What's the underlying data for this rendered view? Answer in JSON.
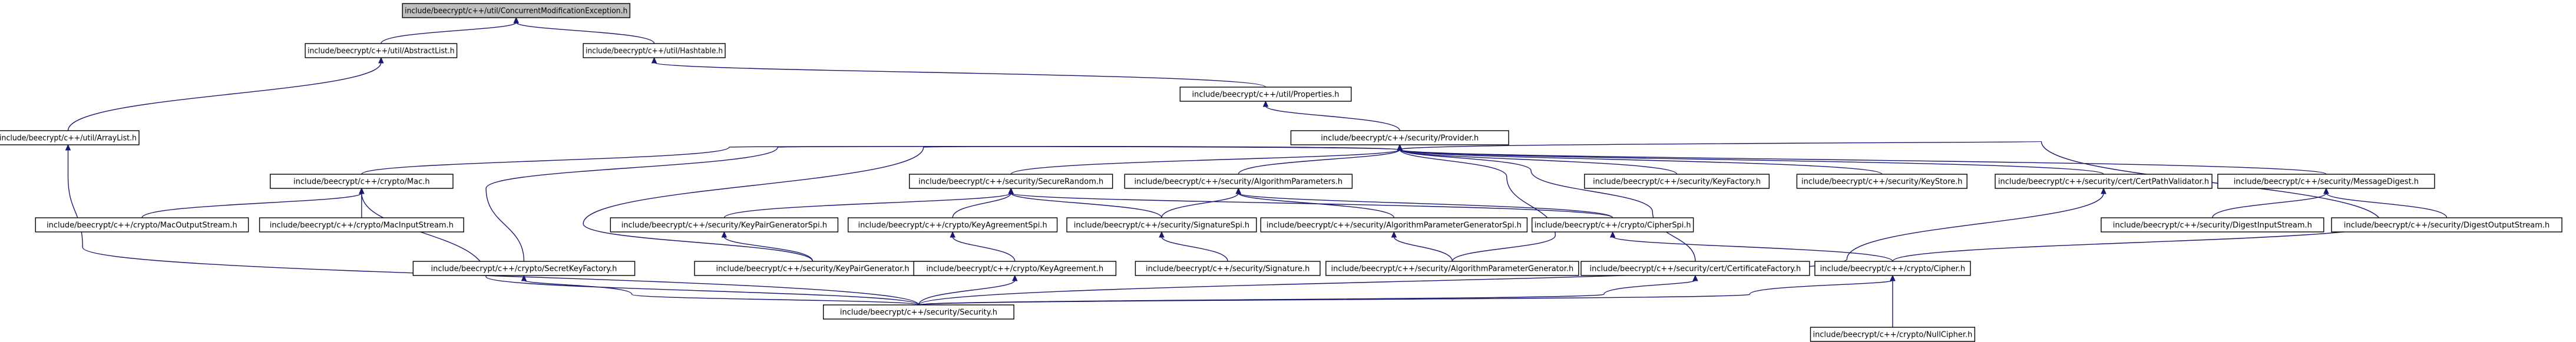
{
  "diagram": {
    "colors": {
      "node_fill": "#ffffff",
      "root_fill": "#bfbfbf",
      "border": "#000000",
      "edge": "#191970"
    },
    "nodes": [
      {
        "id": "cme",
        "label": "include/beecrypt/c++/util/ConcurrentModificationException.h",
        "root": true
      },
      {
        "id": "abstractlist",
        "label": "include/beecrypt/c++/util/AbstractList.h"
      },
      {
        "id": "hashtable",
        "label": "include/beecrypt/c++/util/Hashtable.h"
      },
      {
        "id": "arraylist",
        "label": "include/beecrypt/c++/util/ArrayList.h"
      },
      {
        "id": "properties",
        "label": "include/beecrypt/c++/util/Properties.h"
      },
      {
        "id": "provider",
        "label": "include/beecrypt/c++/security/Provider.h"
      },
      {
        "id": "mac",
        "label": "include/beecrypt/c++/crypto/Mac.h"
      },
      {
        "id": "securerandom",
        "label": "include/beecrypt/c++/security/SecureRandom.h"
      },
      {
        "id": "algparams",
        "label": "include/beecrypt/c++/security/AlgorithmParameters.h"
      },
      {
        "id": "keyfactory",
        "label": "include/beecrypt/c++/security/KeyFactory.h"
      },
      {
        "id": "keystore",
        "label": "include/beecrypt/c++/security/KeyStore.h"
      },
      {
        "id": "certpathvalidator",
        "label": "include/beecrypt/c++/security/cert/CertPathValidator.h"
      },
      {
        "id": "messagedigest",
        "label": "include/beecrypt/c++/security/MessageDigest.h"
      },
      {
        "id": "macoutputstream",
        "label": "include/beecrypt/c++/crypto/MacOutputStream.h"
      },
      {
        "id": "macinputstream",
        "label": "include/beecrypt/c++/crypto/MacInputStream.h"
      },
      {
        "id": "keypairgenspi",
        "label": "include/beecrypt/c++/security/KeyPairGeneratorSpi.h"
      },
      {
        "id": "keyagreementspi",
        "label": "include/beecrypt/c++/crypto/KeyAgreementSpi.h"
      },
      {
        "id": "signaturespi",
        "label": "include/beecrypt/c++/security/SignatureSpi.h"
      },
      {
        "id": "algparamgenspi",
        "label": "include/beecrypt/c++/security/AlgorithmParameterGeneratorSpi.h"
      },
      {
        "id": "cipherspi",
        "label": "include/beecrypt/c++/crypto/CipherSpi.h"
      },
      {
        "id": "digestinputstream",
        "label": "include/beecrypt/c++/security/DigestInputStream.h"
      },
      {
        "id": "digestoutputstream",
        "label": "include/beecrypt/c++/security/DigestOutputStream.h"
      },
      {
        "id": "secretkeyfactory",
        "label": "include/beecrypt/c++/crypto/SecretKeyFactory.h"
      },
      {
        "id": "keypairgen",
        "label": "include/beecrypt/c++/security/KeyPairGenerator.h"
      },
      {
        "id": "keyagreement",
        "label": "include/beecrypt/c++/crypto/KeyAgreement.h"
      },
      {
        "id": "signature",
        "label": "include/beecrypt/c++/security/Signature.h"
      },
      {
        "id": "algparamgen",
        "label": "include/beecrypt/c++/security/AlgorithmParameterGenerator.h"
      },
      {
        "id": "certfactory",
        "label": "include/beecrypt/c++/security/cert/CertificateFactory.h"
      },
      {
        "id": "cipher",
        "label": "include/beecrypt/c++/crypto/Cipher.h"
      },
      {
        "id": "security",
        "label": "include/beecrypt/c++/security/Security.h"
      },
      {
        "id": "nullcipher",
        "label": "include/beecrypt/c++/crypto/NullCipher.h"
      }
    ],
    "edges": [
      {
        "from": "abstractlist",
        "to": "cme"
      },
      {
        "from": "hashtable",
        "to": "cme"
      },
      {
        "from": "arraylist",
        "to": "abstractlist"
      },
      {
        "from": "properties",
        "to": "hashtable"
      },
      {
        "from": "security",
        "to": "arraylist"
      },
      {
        "from": "provider",
        "to": "properties"
      },
      {
        "from": "mac",
        "to": "provider"
      },
      {
        "from": "securerandom",
        "to": "provider"
      },
      {
        "from": "algparams",
        "to": "provider"
      },
      {
        "from": "keyfactory",
        "to": "provider"
      },
      {
        "from": "keystore",
        "to": "provider"
      },
      {
        "from": "certpathvalidator",
        "to": "provider"
      },
      {
        "from": "messagedigest",
        "to": "provider"
      },
      {
        "from": "secretkeyfactory",
        "to": "provider"
      },
      {
        "from": "keypairgen",
        "to": "provider"
      },
      {
        "from": "algparamgen",
        "to": "provider"
      },
      {
        "from": "certfactory",
        "to": "provider"
      },
      {
        "from": "cipher",
        "to": "provider"
      },
      {
        "from": "macoutputstream",
        "to": "mac"
      },
      {
        "from": "macinputstream",
        "to": "mac"
      },
      {
        "from": "security",
        "to": "mac"
      },
      {
        "from": "keypairgenspi",
        "to": "securerandom"
      },
      {
        "from": "keyagreementspi",
        "to": "securerandom"
      },
      {
        "from": "signaturespi",
        "to": "securerandom"
      },
      {
        "from": "cipherspi",
        "to": "securerandom"
      },
      {
        "from": "signaturespi",
        "to": "algparams"
      },
      {
        "from": "algparamgenspi",
        "to": "algparams"
      },
      {
        "from": "cipherspi",
        "to": "algparams"
      },
      {
        "from": "digestinputstream",
        "to": "messagedigest"
      },
      {
        "from": "digestoutputstream",
        "to": "messagedigest"
      },
      {
        "from": "security",
        "to": "certpathvalidator"
      },
      {
        "from": "keypairgen",
        "to": "keypairgenspi"
      },
      {
        "from": "keyagreement",
        "to": "keyagreementspi"
      },
      {
        "from": "signature",
        "to": "signaturespi"
      },
      {
        "from": "algparamgen",
        "to": "algparamgenspi"
      },
      {
        "from": "cipher",
        "to": "cipherspi"
      },
      {
        "from": "security",
        "to": "secretkeyfactory"
      },
      {
        "from": "security",
        "to": "keyagreement"
      },
      {
        "from": "security",
        "to": "certfactory"
      },
      {
        "from": "security",
        "to": "cipher"
      },
      {
        "from": "nullcipher",
        "to": "cipher"
      }
    ]
  }
}
